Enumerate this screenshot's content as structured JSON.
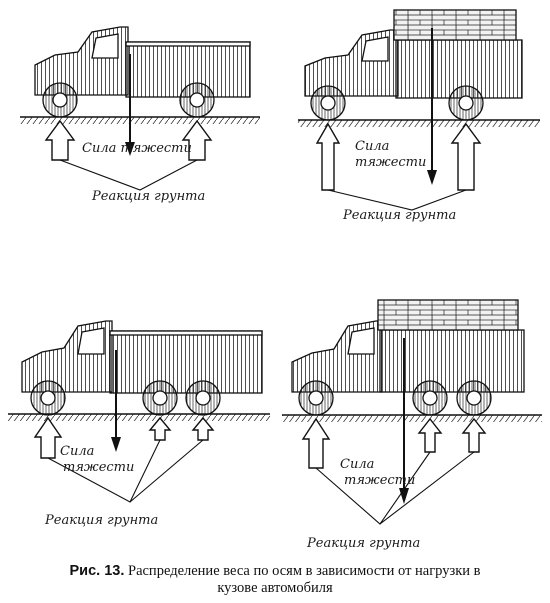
{
  "labels": {
    "panel1": {
      "gravity": "Сила тяжести",
      "reaction": "Реакция грунта"
    },
    "panel2": {
      "gravity_l1": "Сила",
      "gravity_l2": "тяжести",
      "reaction": "Реакция грунта"
    },
    "panel3": {
      "gravity_l1": "Сила",
      "gravity_l2": "тяжести",
      "reaction": "Реакция грунта"
    },
    "panel4": {
      "gravity_l1": "Сила",
      "gravity_l2": "тяжести",
      "reaction": "Реакция грунта"
    }
  },
  "caption": {
    "label": "Рис. 13.",
    "line1": "Распределение веса по осям в зависимости от нагрузки в",
    "line2": "кузове автомобиля"
  }
}
